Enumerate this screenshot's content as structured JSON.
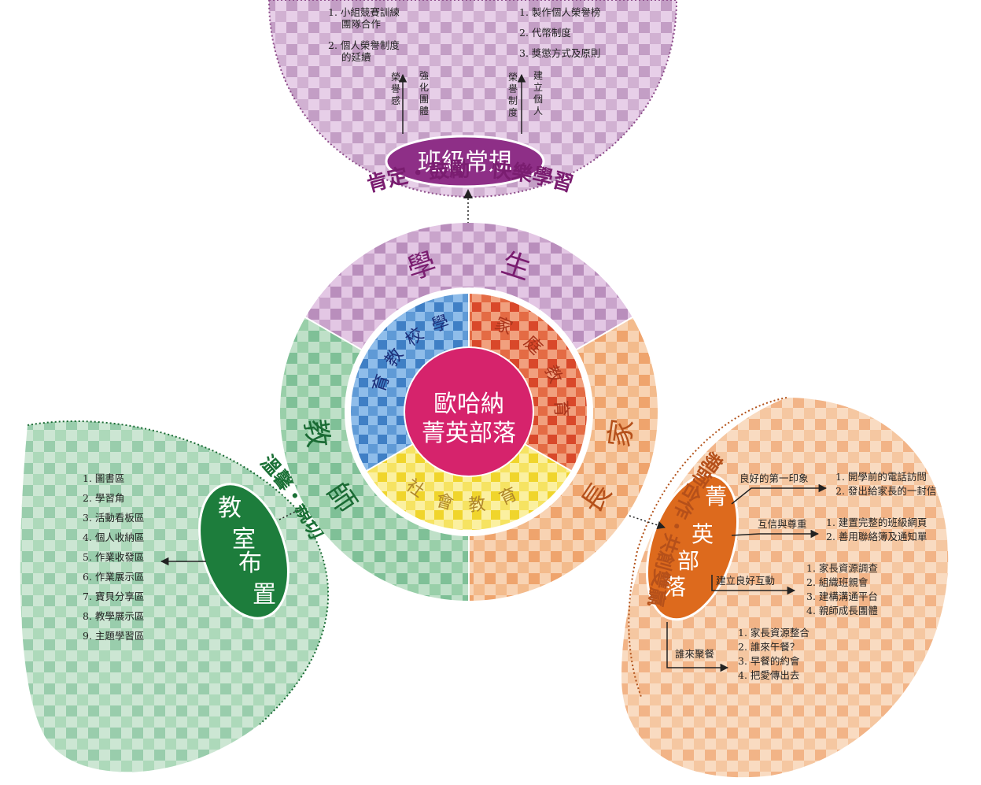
{
  "center": {
    "line1": "歐哈納",
    "line2": "菁英部落"
  },
  "outer_ring": {
    "student": [
      "學",
      "生"
    ],
    "teacher": [
      "教",
      "師"
    ],
    "parent": [
      "家",
      "長"
    ]
  },
  "inner_ring": {
    "school_education": [
      "學",
      "校",
      "教",
      "育"
    ],
    "family_education": [
      "家",
      "庭",
      "教",
      "育"
    ],
    "society_education": [
      "社",
      "會",
      "教",
      "育"
    ]
  },
  "top": {
    "oval_label": "班級常規",
    "arc_slogan": "肯定・鼓勵・快樂學習",
    "left_arrow_label": [
      "強化團體",
      "榮譽感"
    ],
    "right_arrow_label": [
      "建立個人",
      "榮譽制度"
    ],
    "left_list": [
      "1. 小組競賽訓練\n團隊合作",
      "2. 個人榮譽制度\n的延續"
    ],
    "right_list": [
      "1. 製作個人榮譽榜",
      "2. 代幣制度",
      "3. 獎懲方式及原則"
    ]
  },
  "left": {
    "oval_label": [
      "教",
      "室",
      "布",
      "置"
    ],
    "arc_slogan": "溫馨・親切",
    "list": [
      "1. 圖書區",
      "2. 學習角",
      "3. 活動看板區",
      "4. 個人收納區",
      "5. 作業收發區",
      "6. 作業展示區",
      "7. 寶貝分享區",
      "8. 教學展示區",
      "9. 主題學習區"
    ]
  },
  "right": {
    "oval_label": [
      "菁",
      "英",
      "部",
      "落"
    ],
    "arc_slogan": "親師合作・共創雙贏",
    "branches": [
      {
        "label": "良好的第一印象",
        "items": [
          "1. 開學前的電話訪問",
          "2. 發出給家長的一封信"
        ]
      },
      {
        "label": "互信與尊重",
        "items": [
          "1. 建置完整的班級網頁",
          "2. 善用聯絡簿及通知單"
        ]
      },
      {
        "label": "建立良好互動",
        "items": [
          "1. 家長資源調查",
          "2. 組織班親會",
          "3. 建構溝通平台",
          "4. 親師成長團體"
        ]
      },
      {
        "label": "誰來聚餐",
        "items": [
          "1. 家長資源整合",
          "2. 誰來午餐？",
          "3. 早餐的約會",
          "4. 把愛傳出去"
        ]
      }
    ]
  },
  "colors": {
    "purple": "#c79bc8",
    "purple_dark": "#8e3a8a",
    "green": "#5fae7a",
    "green_dark": "#1e7d3c",
    "orange": "#f2a25e",
    "orange_dark": "#d9641c",
    "blue": "#4f8fd0",
    "yellow": "#f4e04a",
    "pink": "#d9246e",
    "red": "#e0522c"
  }
}
